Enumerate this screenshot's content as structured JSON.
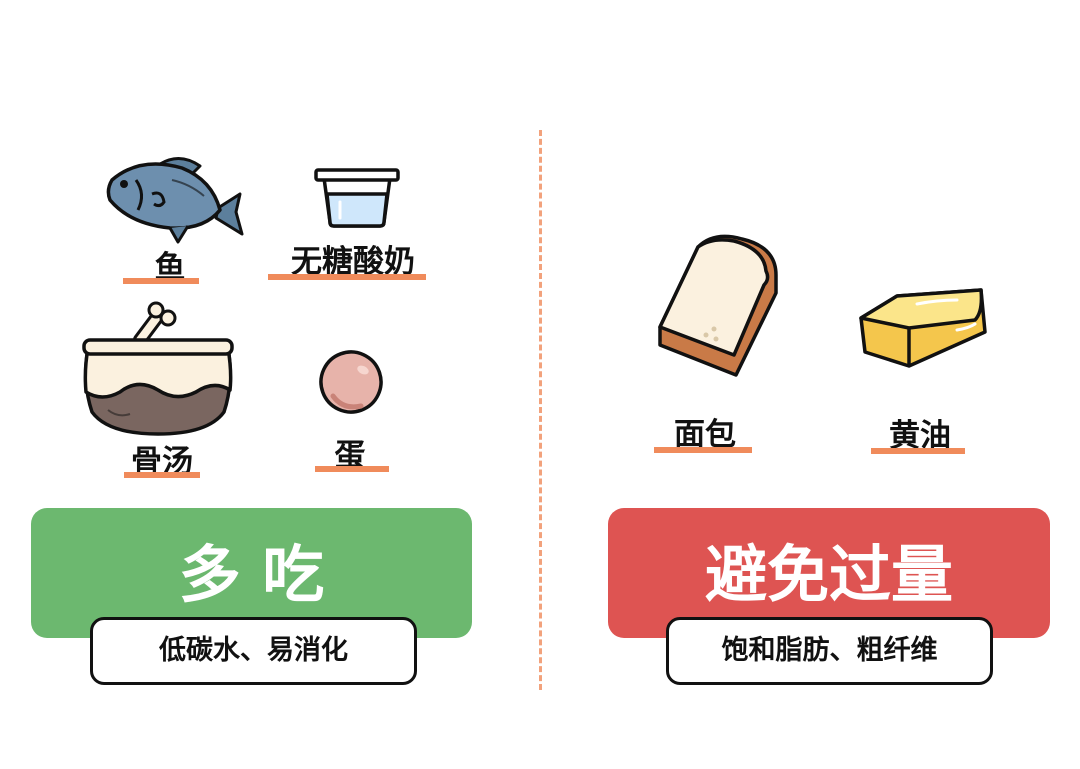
{
  "left": {
    "items": [
      {
        "label": "鱼",
        "icon": "fish-icon"
      },
      {
        "label": "无糖酸奶",
        "icon": "yogurt-cup-icon"
      },
      {
        "label": "骨汤",
        "icon": "bone-soup-pot-icon"
      },
      {
        "label": "蛋",
        "icon": "egg-icon"
      }
    ],
    "panel_title": "多 吃",
    "panel_subtitle": "低碳水、易消化"
  },
  "right": {
    "items": [
      {
        "label": "面包",
        "icon": "bread-slice-icon"
      },
      {
        "label": "黄油",
        "icon": "butter-block-icon"
      }
    ],
    "panel_title": "避免过量",
    "panel_subtitle": "饱和脂肪、粗纤维"
  },
  "colors": {
    "eat_more_green": "#6cb86f",
    "avoid_red": "#de5452",
    "underline_orange": "#f08b5b",
    "divider_orange": "#f2a27c"
  }
}
